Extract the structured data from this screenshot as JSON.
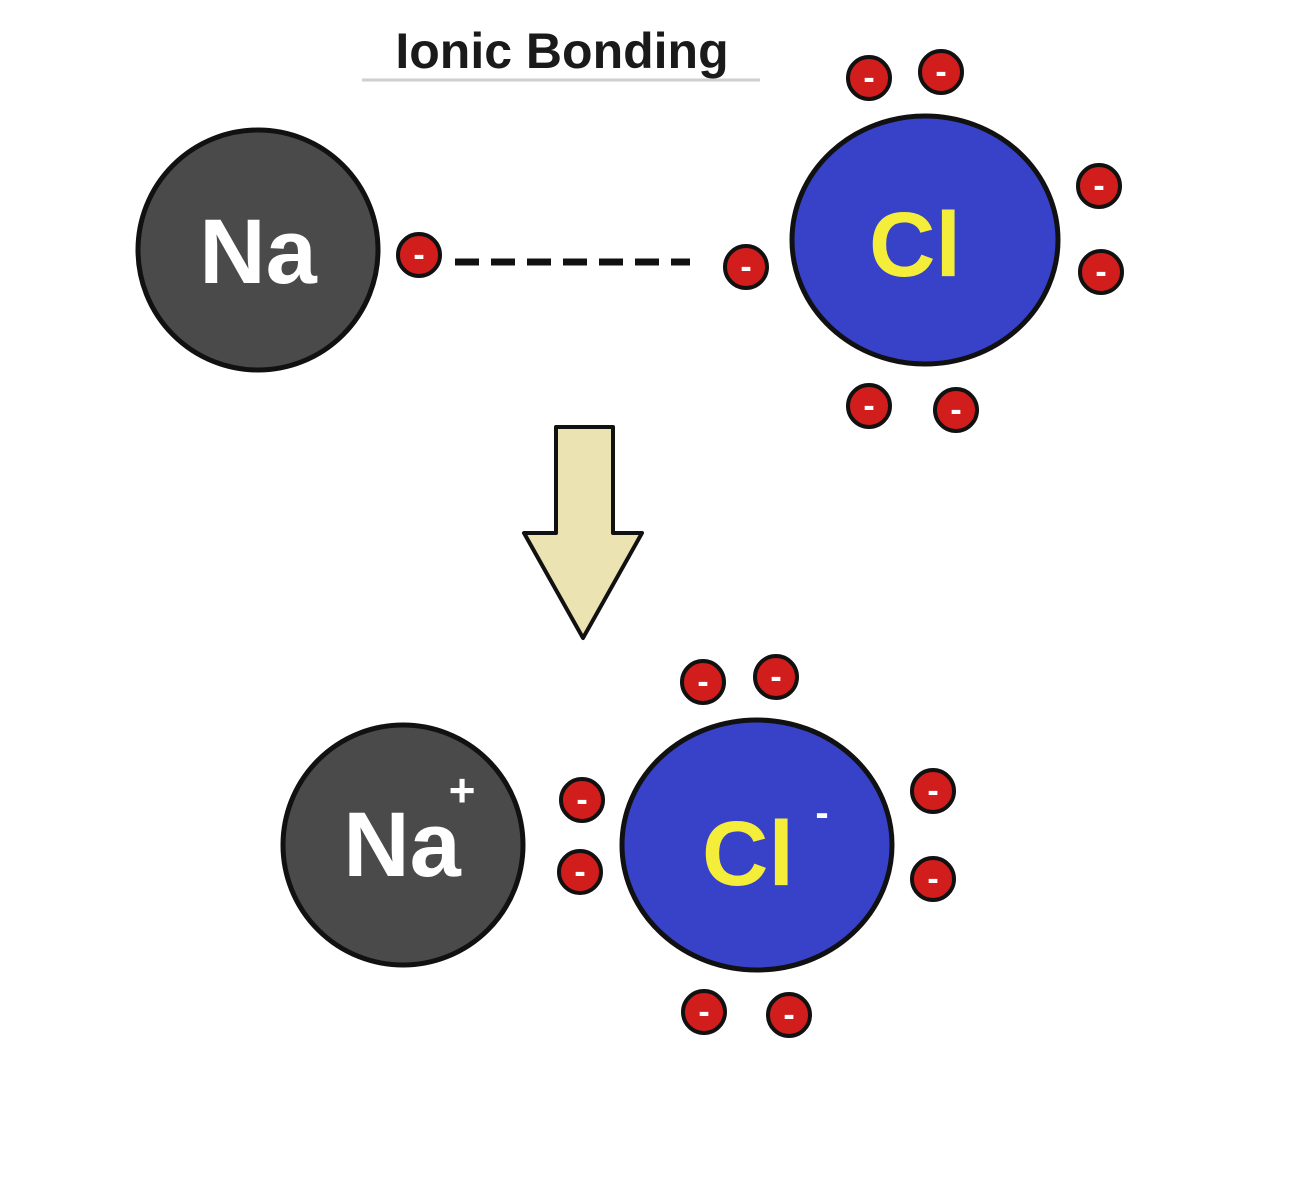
{
  "title": "Ionic Bonding",
  "colors": {
    "sodium_fill": "#4a4a4a",
    "chlorine_fill": "#3742c8",
    "chlorine_text": "#f4ee3a",
    "electron_fill": "#d21d1d",
    "arrow_fill": "#ece3b3",
    "outline": "#111111"
  },
  "before": {
    "sodium": {
      "symbol": "Na"
    },
    "chlorine": {
      "symbol": "Cl"
    }
  },
  "after": {
    "sodium": {
      "symbol": "Na",
      "charge": "+"
    },
    "chlorine": {
      "symbol": "Cl",
      "charge": "-"
    }
  },
  "electron_symbol": "-",
  "icons": {
    "transition": "arrow-down-icon",
    "electron": "electron-icon"
  }
}
